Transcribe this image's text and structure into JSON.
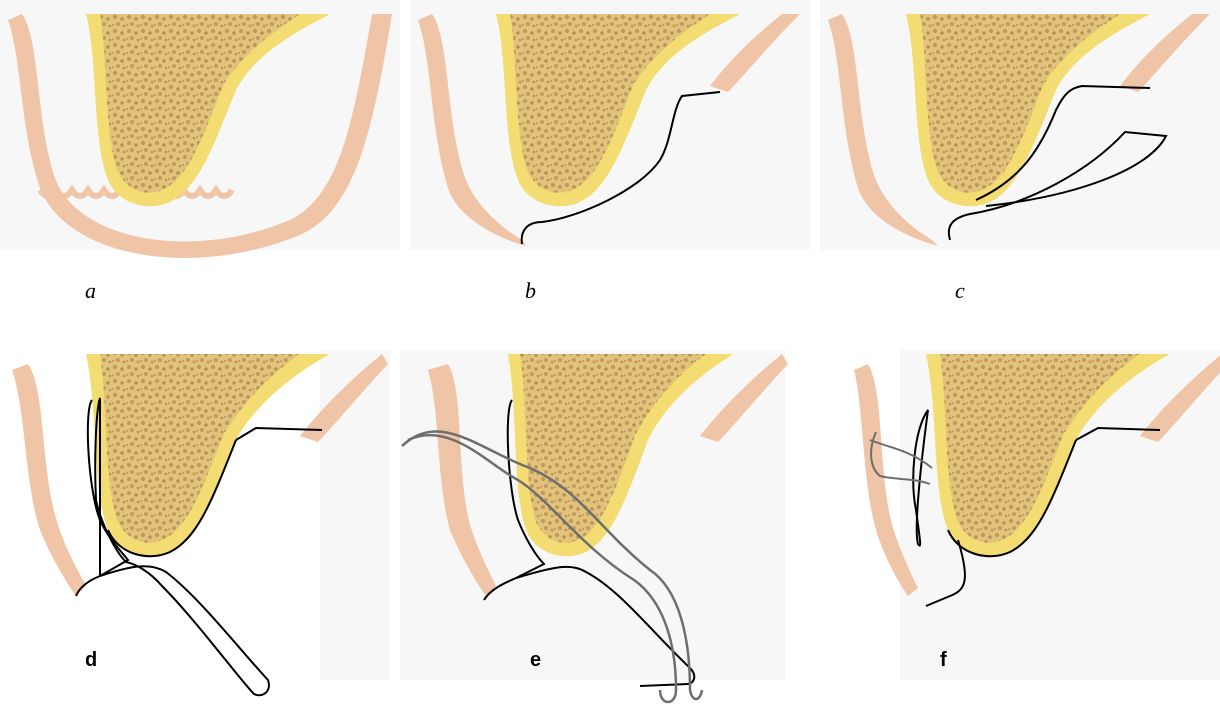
{
  "panels": [
    {
      "id": "a",
      "label": "a",
      "style": "italic"
    },
    {
      "id": "b",
      "label": "b",
      "style": "italic"
    },
    {
      "id": "c",
      "label": "c",
      "style": "italic"
    },
    {
      "id": "d",
      "label": "d",
      "style": "bold"
    },
    {
      "id": "e",
      "label": "e",
      "style": "bold"
    },
    {
      "id": "f",
      "label": "f",
      "style": "bold"
    }
  ],
  "colors": {
    "bone_fill": "#d6b26a",
    "bone_outline": "#f2dc6e",
    "mucosa": "#f0c4a6",
    "flap_line": "#000000",
    "suture_line": "#6e6e6e",
    "background_shade": "#f6f6f6"
  }
}
